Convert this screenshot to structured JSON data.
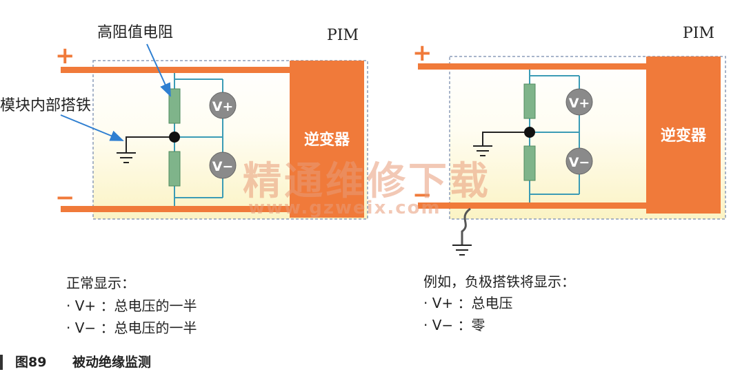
{
  "left_panel": {
    "pim_label": "PIM",
    "plus_sign": "+",
    "minus_sign": "−",
    "resistor_label": "高阻值电阻",
    "ground_label": "模块内部搭铁",
    "inverter_label": "逆变器",
    "meter_top": "V+",
    "meter_bottom": "V−",
    "note_title": "正常显示：",
    "note_line1": "· V+ ：总电压的一半",
    "note_line2": "· V− ：总电压的一半"
  },
  "right_panel": {
    "pim_label": "PIM",
    "plus_sign": "+",
    "minus_sign": "−",
    "inverter_label": "逆变器",
    "meter_top": "V+",
    "meter_bottom": "V−",
    "note_title": "例如，负极搭铁将显示：",
    "note_line1": "· V+ ：总电压",
    "note_line2": "· V− ：零"
  },
  "watermark": {
    "text": "精通维修下载",
    "url": "www.gzweix.com"
  },
  "caption": {
    "figure_number": "图89",
    "title": "被动绝缘监测"
  },
  "colors": {
    "busbar": "#f07a3a",
    "inverter_fill": "#f07a3a",
    "resistor": "#7fb48a",
    "wire": "#3a9bb5",
    "meter_fill": "#8a8a8a",
    "border_dash": "#8a9bb8",
    "leader_arrow": "#2f7fd1"
  }
}
